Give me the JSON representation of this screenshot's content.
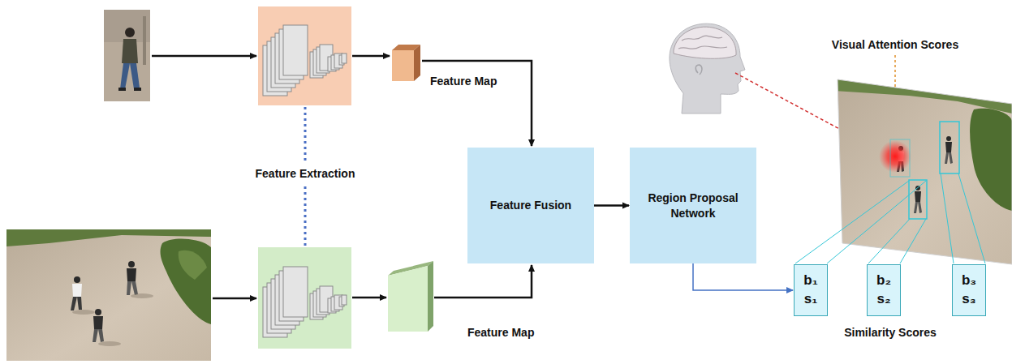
{
  "diagram": {
    "nodes": [
      {
        "text": [
          "Feature Fusion"
        ]
      },
      {
        "text": [
          "Region Proposal Network"
        ]
      },
      {
        "text": [
          "b₁",
          "s₁"
        ]
      },
      {
        "text": [
          "b₂",
          "s₂"
        ]
      },
      {
        "text": [
          "b₃",
          "s₃"
        ]
      }
    ],
    "edges": [
      {
        "from": 0,
        "to": 1,
        "arrow": "to"
      },
      {
        "from": 1,
        "to": 2,
        "arrow": "to"
      }
    ],
    "labels": [
      "Feature Map",
      "Feature Map",
      "Feature Extraction",
      "Visual Attention Scores",
      "Similarity Scores"
    ]
  }
}
